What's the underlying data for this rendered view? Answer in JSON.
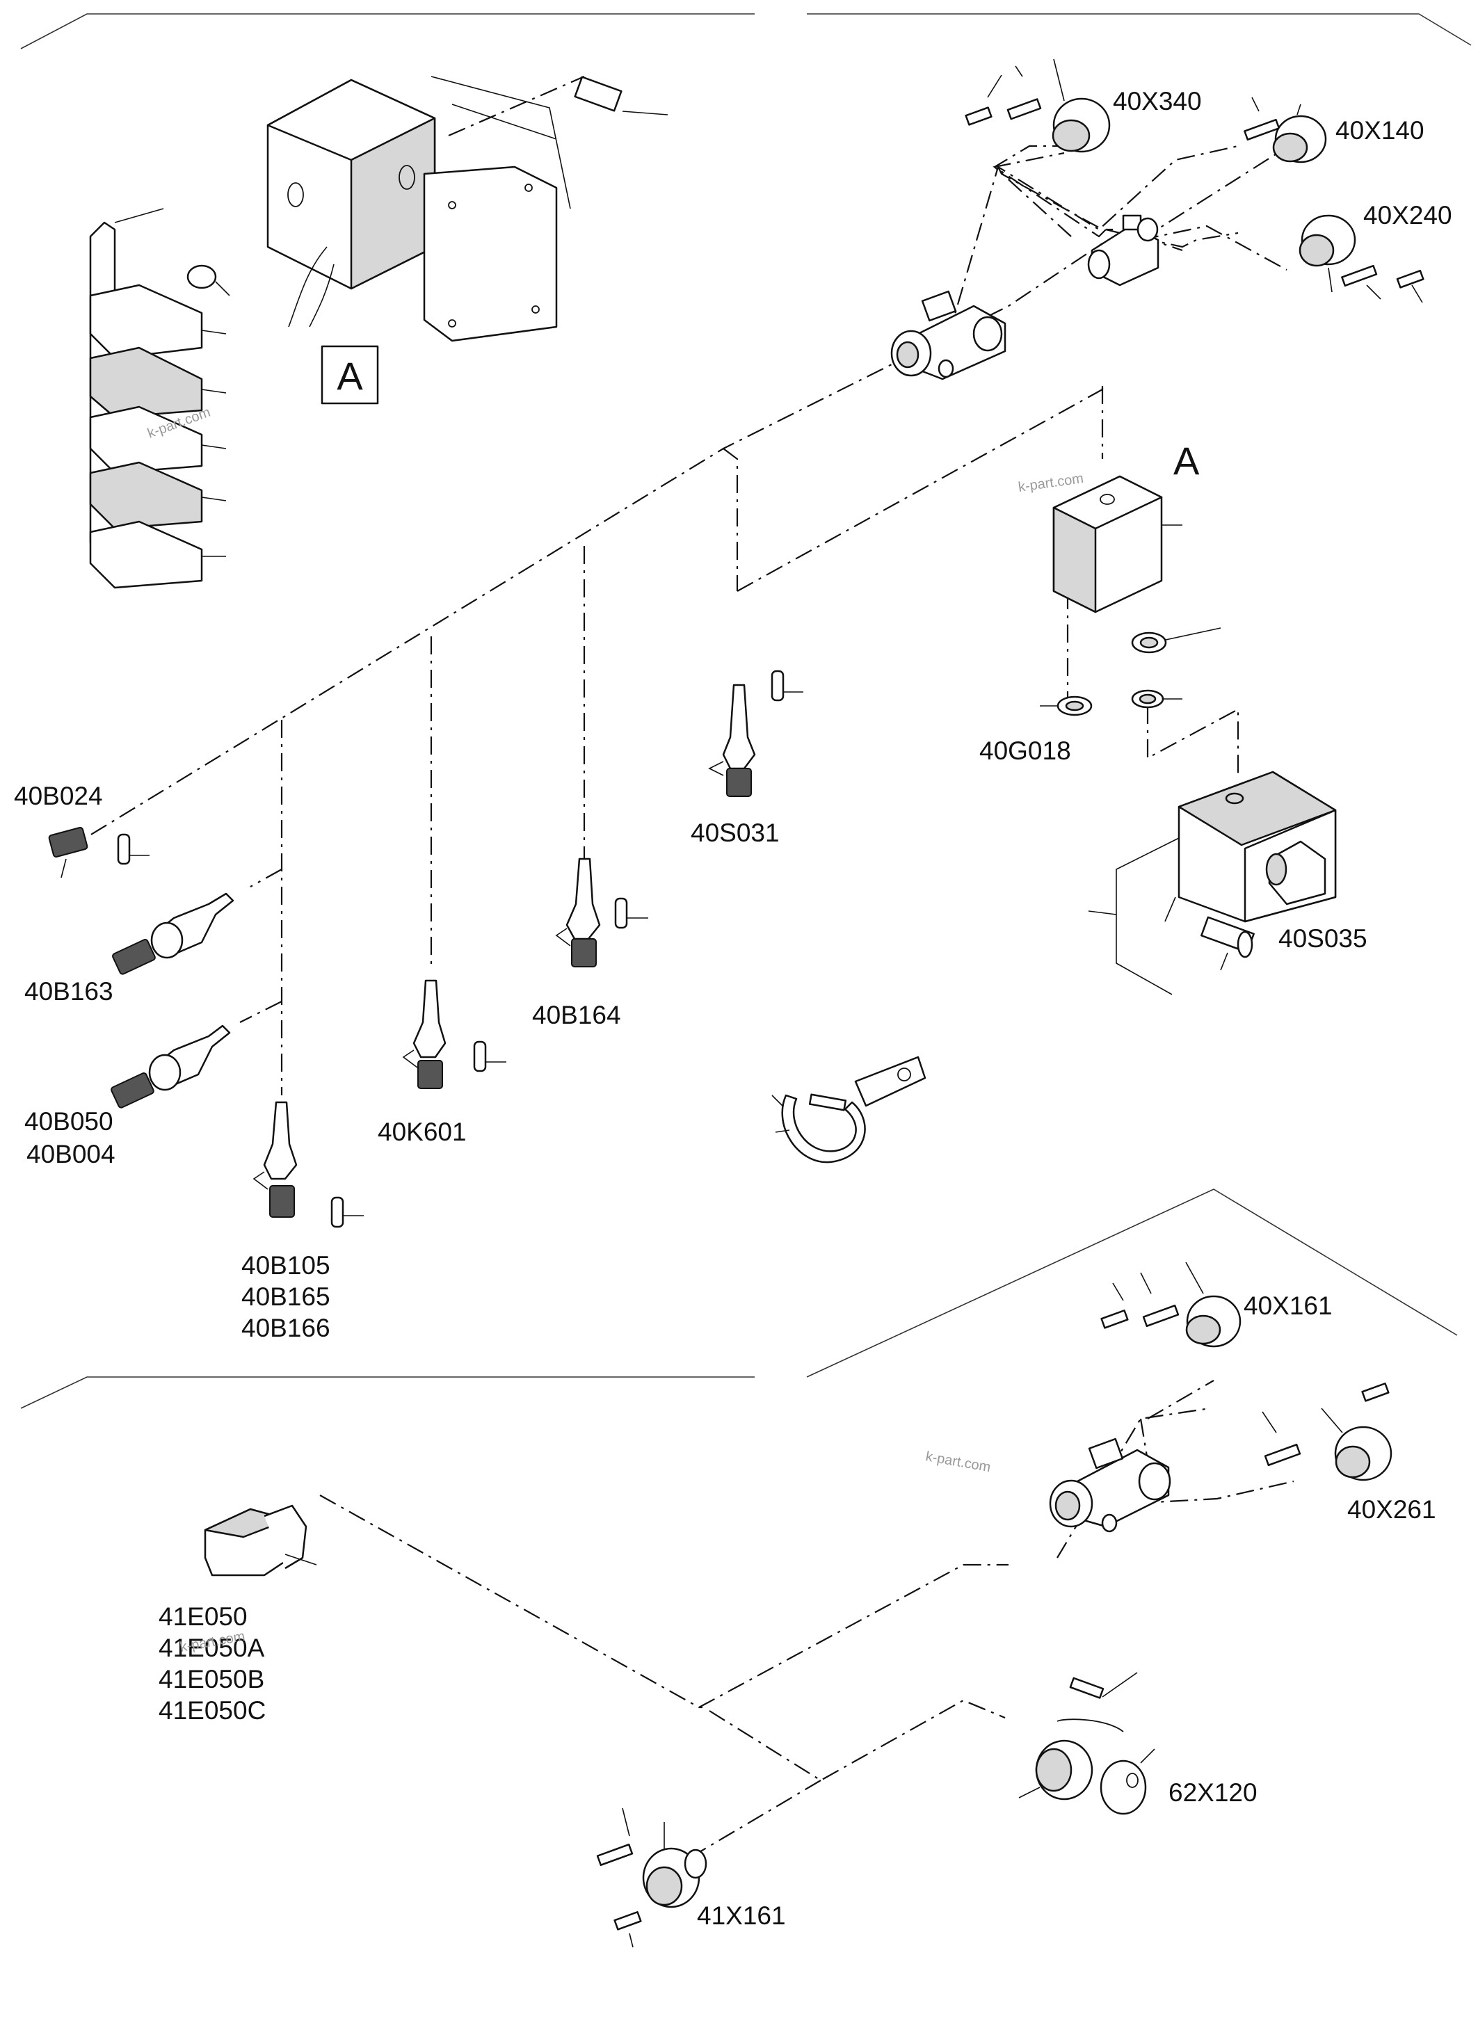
{
  "labels": {
    "x340": "40X340",
    "x140": "40X140",
    "x240": "40X240",
    "a_box": "A",
    "a_detail": "A",
    "g018": "40G018",
    "s031": "40S031",
    "s035": "40S035",
    "b024": "40B024",
    "b163": "40B163",
    "b164": "40B164",
    "b050": "40B050",
    "b004": "40B004",
    "k601": "40K601",
    "b105": "40B105",
    "b165": "40B165",
    "b166": "40B166",
    "x161": "40X161",
    "x261": "40X261",
    "e050": "41E050",
    "e050a": "41E050A",
    "e050b": "41E050B",
    "e050c": "41E050C",
    "x120": "62X120",
    "x161b": "41X161"
  },
  "watermarks": [
    "k-part.com",
    "k-part.com",
    "k-part.com",
    "k-part.com"
  ]
}
